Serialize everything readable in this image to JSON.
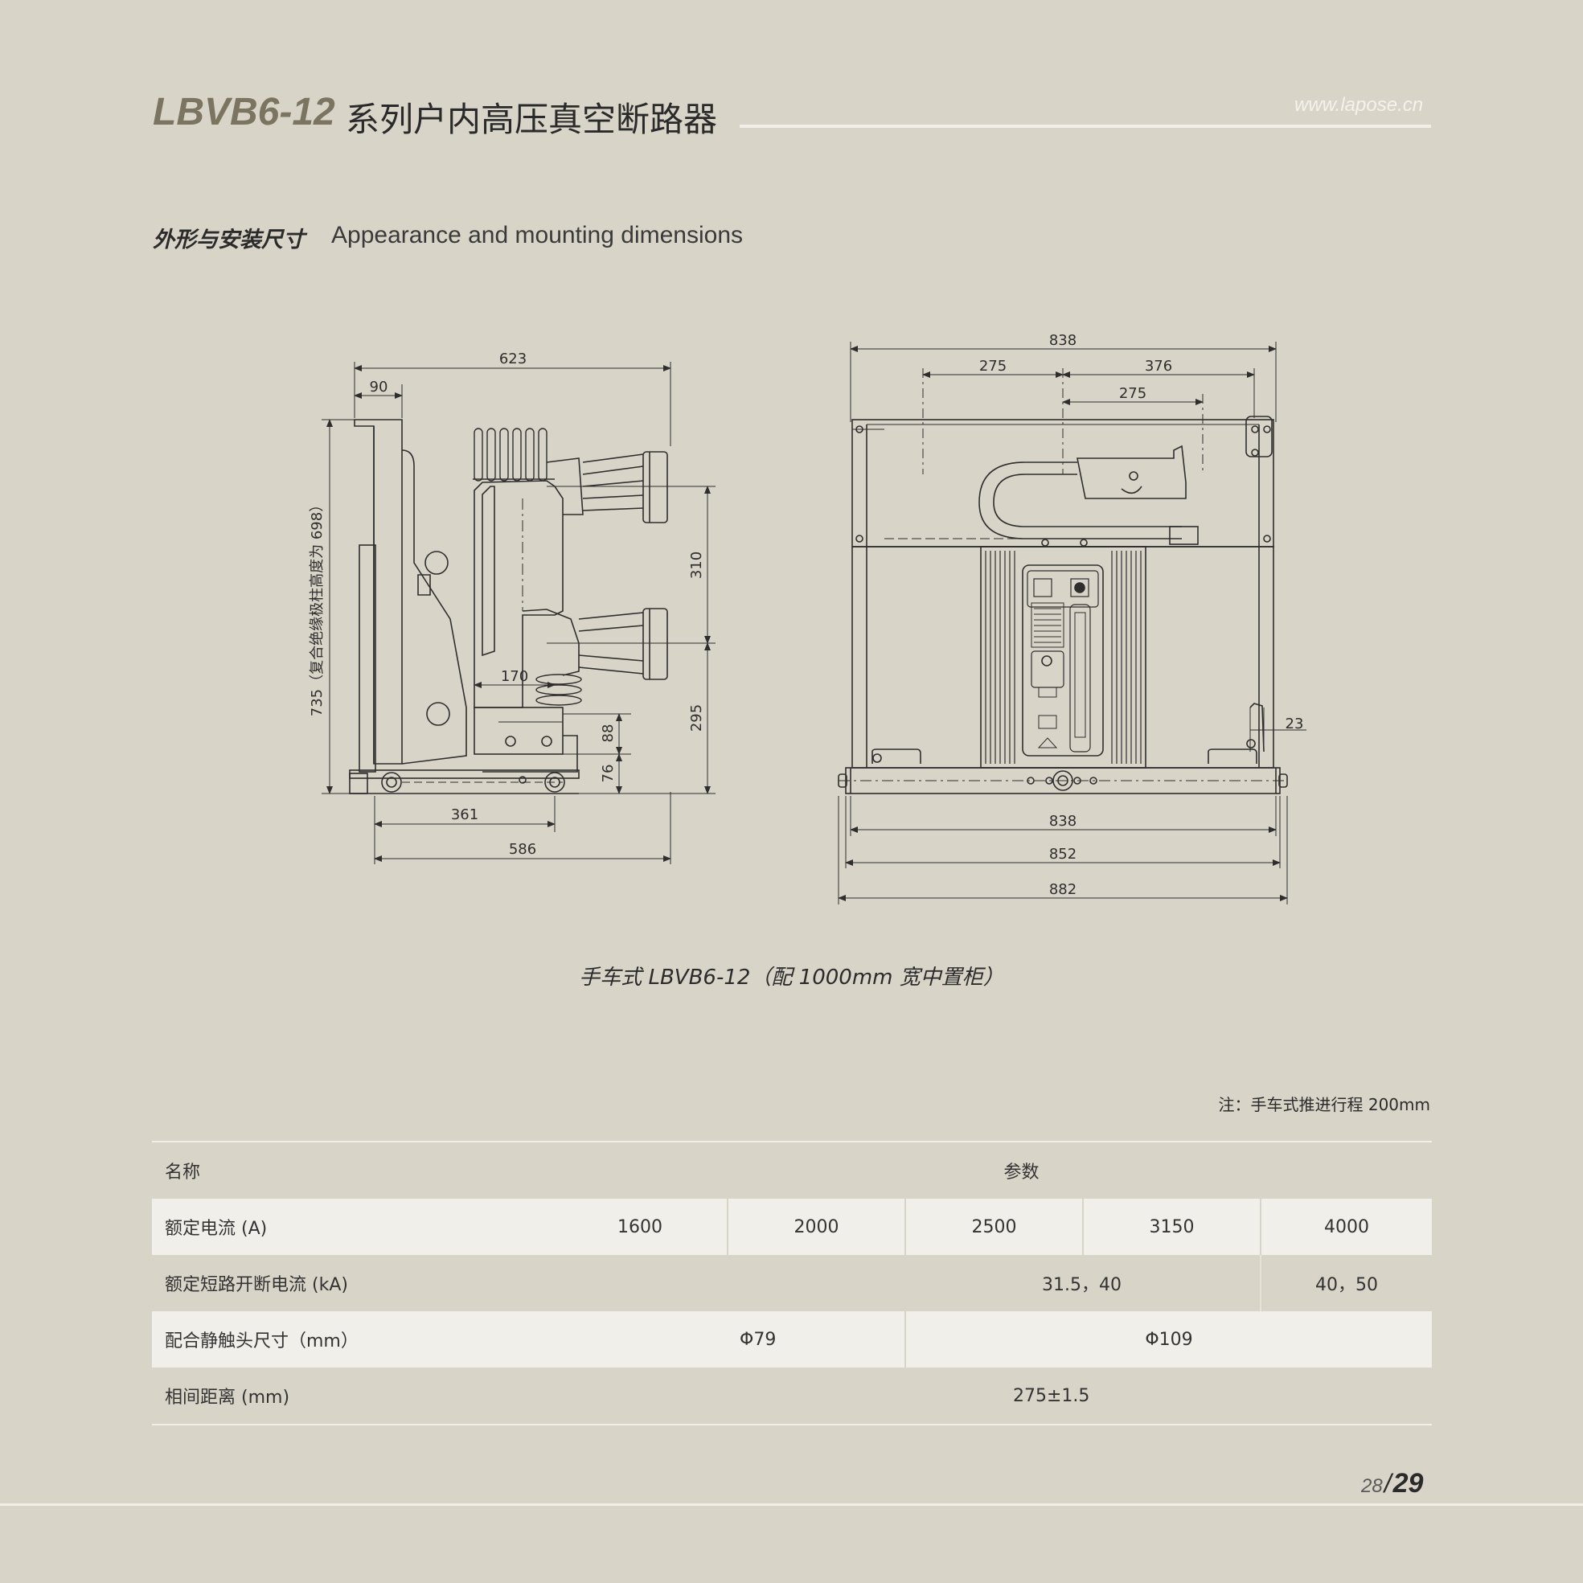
{
  "header": {
    "model": "LBVB6-12",
    "title_cn": "系列户内高压真空断路器",
    "url": "www.lapose.cn"
  },
  "section": {
    "title_cn": "外形与安装尺寸",
    "title_en": "Appearance and mounting dimensions"
  },
  "drawing": {
    "side_dims": {
      "d623": "623",
      "d90": "90",
      "d735": "735（复合绝缘极柱高度为 698）",
      "d310": "310",
      "d170": "170",
      "d295": "295",
      "d88": "88",
      "d76": "76",
      "d361": "361",
      "d586": "586"
    },
    "front_dims": {
      "d838_top": "838",
      "d275_left": "275",
      "d376": "376",
      "d275_right": "275",
      "d23": "23",
      "d838_bottom": "838",
      "d852": "852",
      "d882": "882"
    }
  },
  "caption": "手车式 LBVB6-12（配 1000mm 宽中置柜）",
  "note": "注：手车式推进行程 200mm",
  "table": {
    "col_name": "名称",
    "col_params": "参数",
    "row1": {
      "name": "额定电流 (A)",
      "v1": "1600",
      "v2": "2000",
      "v3": "2500",
      "v4": "3150",
      "v5": "4000"
    },
    "row2": {
      "name": "额定短路开断电流 (kA)",
      "v1": "31.5，40",
      "v2": "40，50"
    },
    "row3": {
      "name": "配合静触头尺寸（mm）",
      "v1": "Φ79",
      "v2": "Φ109"
    },
    "row4": {
      "name": "相间距离 (mm)",
      "v1": "275±1.5"
    }
  },
  "page": {
    "current": "28",
    "sep": "/",
    "next": "29"
  }
}
